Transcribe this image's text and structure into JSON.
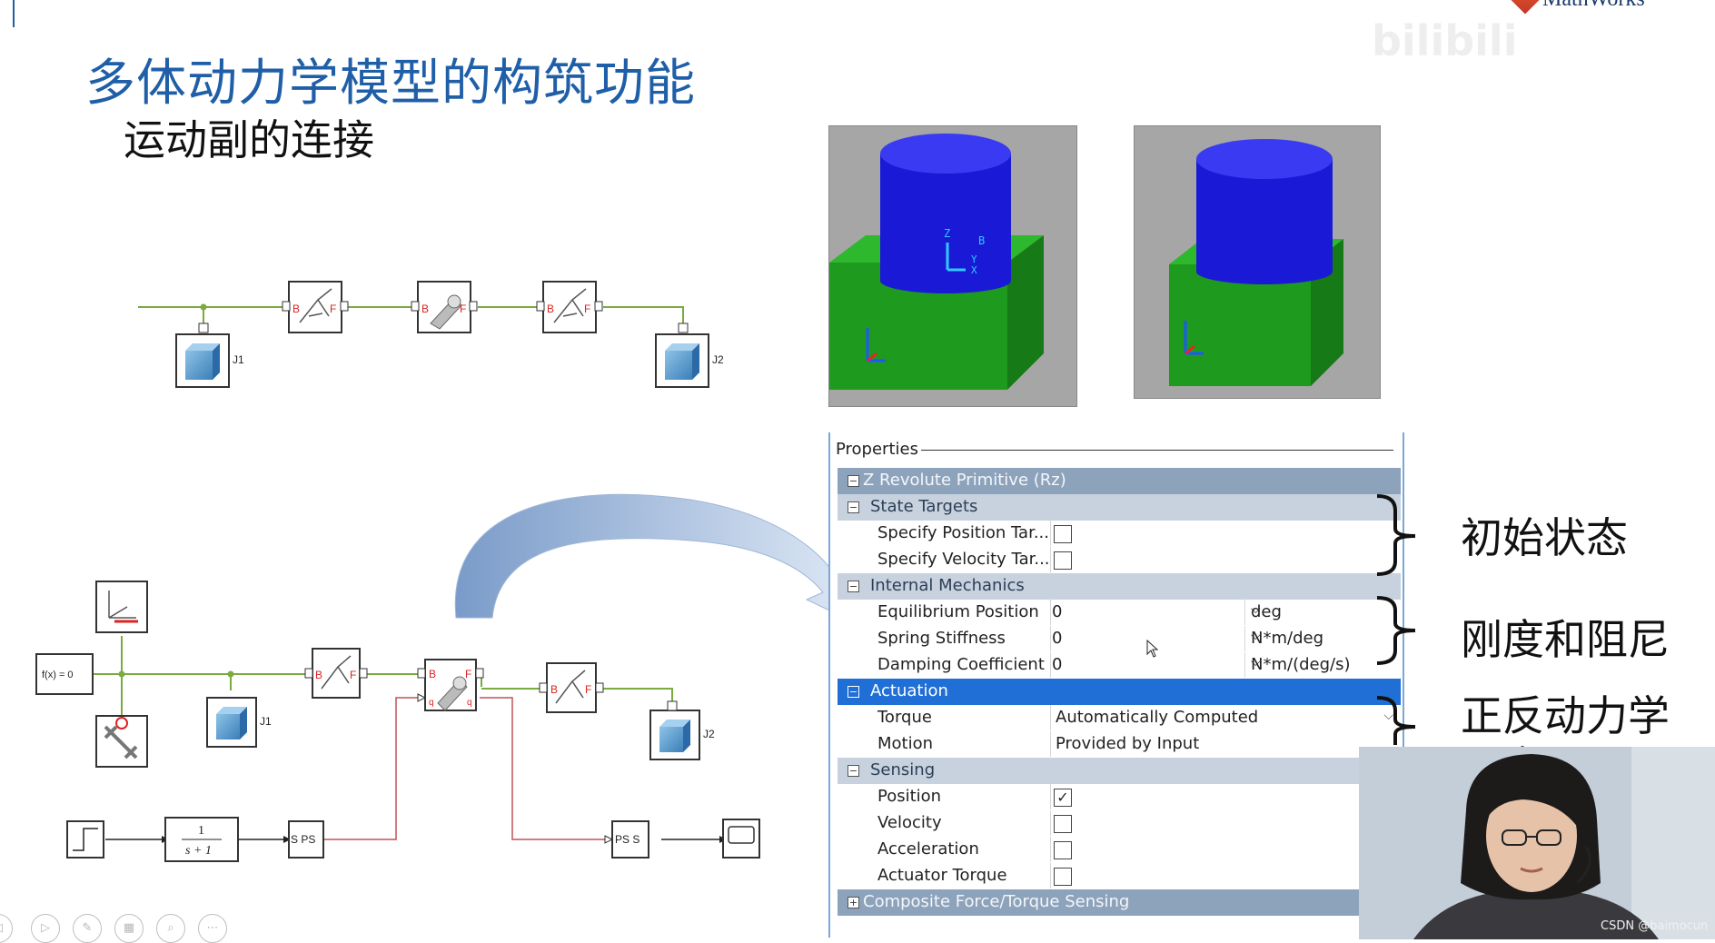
{
  "slide": {
    "title": "多体动力学模型的构筑功能",
    "subtitle": "运动副的连接",
    "logo_text": "MathWorks",
    "watermark": "bilibili"
  },
  "top_diagram": {
    "blocks": [
      {
        "name": "J1"
      },
      {
        "name": "J2"
      }
    ],
    "port_b": "B",
    "port_f": "F"
  },
  "bottom_diagram": {
    "constraint_label": "f(x) = 0",
    "transfer_num": "1",
    "transfer_den": "s + 1",
    "sps_label": "S PS",
    "pss_label": "PS S",
    "block_labels": [
      "J1",
      "J2"
    ],
    "port_b": "B",
    "port_f": "F",
    "port_q": "q"
  },
  "viewport_axes": {
    "z": "Z",
    "b": "B",
    "y": "Y",
    "x": "X"
  },
  "properties": {
    "title": "Properties",
    "main_group": "Z Revolute Primitive (Rz)",
    "state_targets": {
      "label": "State Targets",
      "rows": [
        {
          "name": "Specify Position Tar...",
          "checked": false
        },
        {
          "name": "Specify Velocity Tar...",
          "checked": false
        }
      ]
    },
    "internal_mechanics": {
      "label": "Internal Mechanics",
      "rows": [
        {
          "name": "Equilibrium Position",
          "value": "0",
          "unit": "deg"
        },
        {
          "name": "Spring Stiffness",
          "value": "0",
          "unit": "N*m/deg"
        },
        {
          "name": "Damping Coefficient",
          "value": "0",
          "unit": "N*m/(deg/s)"
        }
      ]
    },
    "actuation": {
      "label": "Actuation",
      "rows": [
        {
          "name": "Torque",
          "value": "Automatically Computed"
        },
        {
          "name": "Motion",
          "value": "Provided by Input"
        }
      ]
    },
    "sensing": {
      "label": "Sensing",
      "rows": [
        {
          "name": "Position",
          "checked": true
        },
        {
          "name": "Velocity",
          "checked": false
        },
        {
          "name": "Acceleration",
          "checked": false
        },
        {
          "name": "Actuator Torque",
          "checked": false
        }
      ]
    },
    "composite": {
      "label": "Composite Force/Torque Sensing"
    }
  },
  "annotations": {
    "initial_state": "初始状态",
    "stiffness_damping": "刚度和阻尼",
    "dynamics": "正反动力学",
    "dynamics_cut": "设定"
  },
  "webcam": {
    "credit": "CSDN @baimocun"
  },
  "colors": {
    "title": "#1f5fa8",
    "signal_line": "#7aab3f",
    "physical_line": "#c0505a",
    "group_header": "#8da3bb",
    "subgroup_header": "#c7d2de",
    "selected_group": "#1f6fd6",
    "cylinder": "#1a1ad6",
    "box": "#1e9a1e",
    "viewport_bg": "#a6a6a6"
  }
}
